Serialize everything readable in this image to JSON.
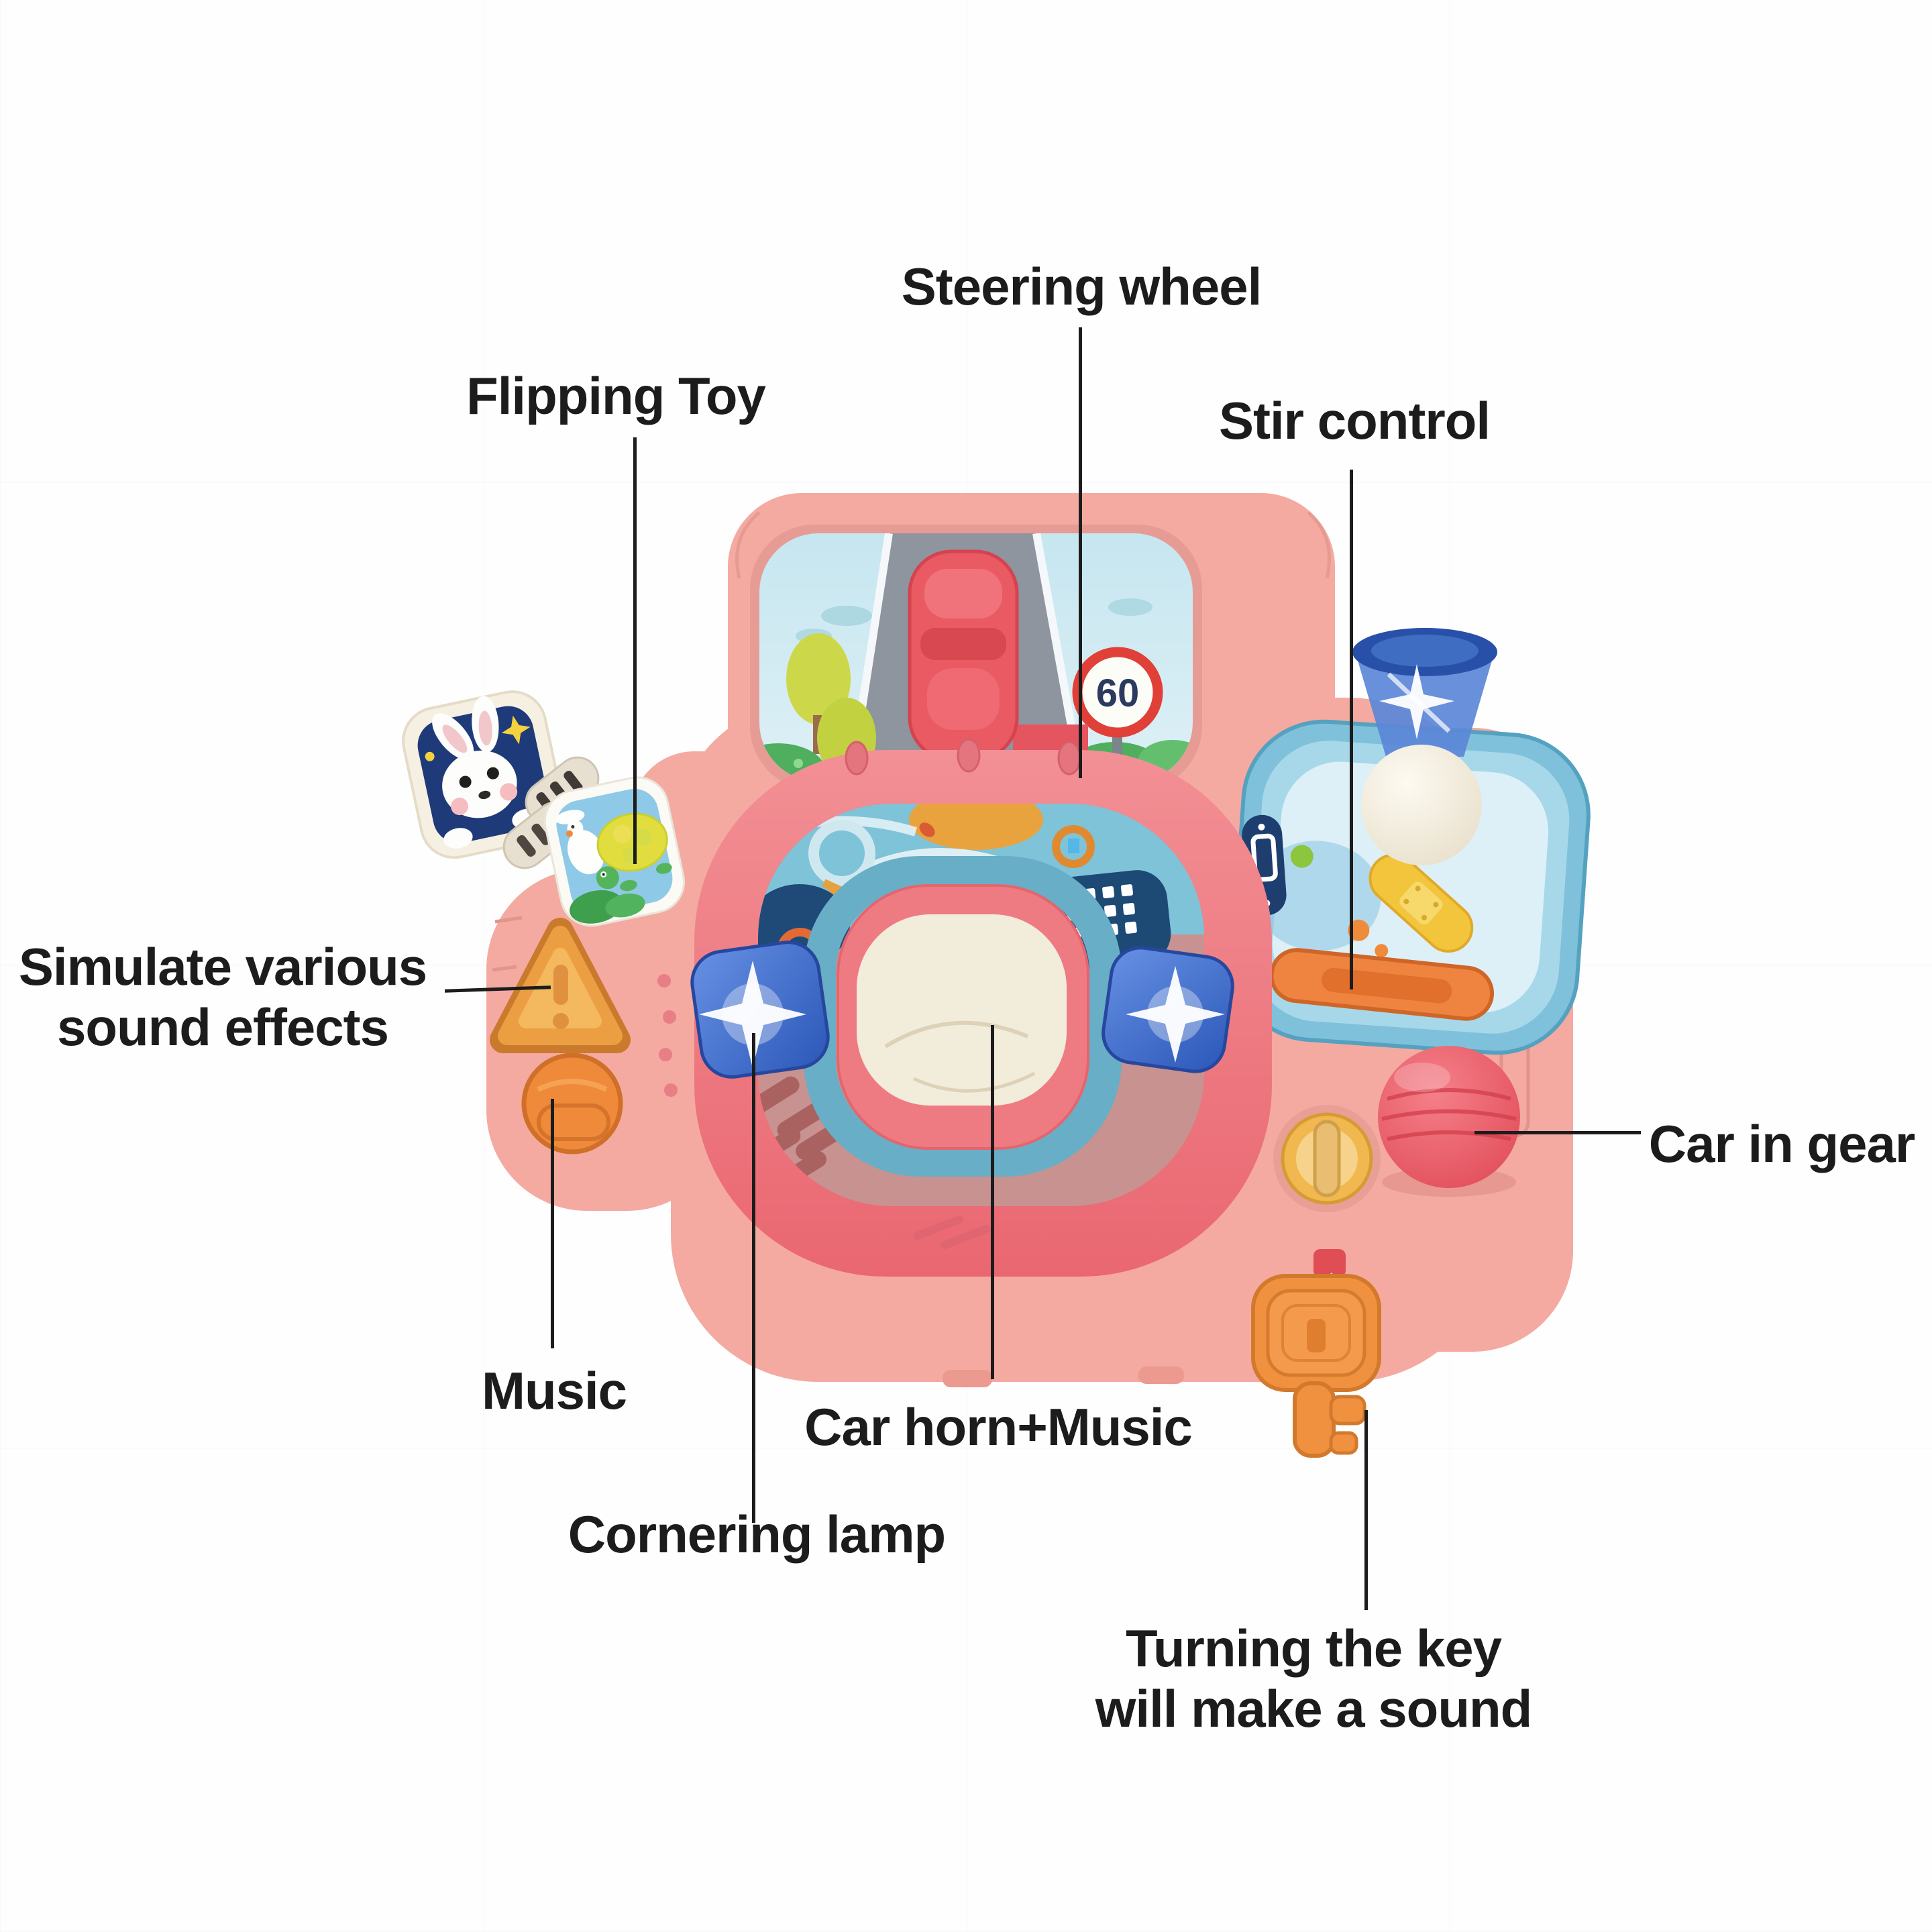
{
  "figure": {
    "type": "product-callout-diagram",
    "subject": "kids steering wheel driving console toy"
  },
  "labels": {
    "steering_wheel": "Steering wheel",
    "flipping_toy": "Flipping Toy",
    "stir_control": "Stir control",
    "simulate_sound_line1": "Simulate various",
    "simulate_sound_line2": "sound effects",
    "car_in_gear": "Car in gear",
    "music": "Music",
    "car_horn_music": "Car horn+Music",
    "cornering_lamp": "Cornering lamp",
    "turning_key_line1": "Turning the key",
    "turning_key_line2": "will make a sound"
  },
  "toy": {
    "speed_limit_sign": "60",
    "colors": {
      "body_pink": "#f4aaa1",
      "wheel_coral": "#ee7880",
      "horn_pad_cream": "#f2ecdb",
      "lamp_button_blue": "#3a67c8",
      "dashboard_blue": "#7ec3d8",
      "tray_blue": "#7fc1da",
      "accent_orange": "#ee8a3a",
      "gear_red": "#e04a57",
      "card_navy": "#1e3a78",
      "label_text": "#1c1c1c"
    }
  }
}
